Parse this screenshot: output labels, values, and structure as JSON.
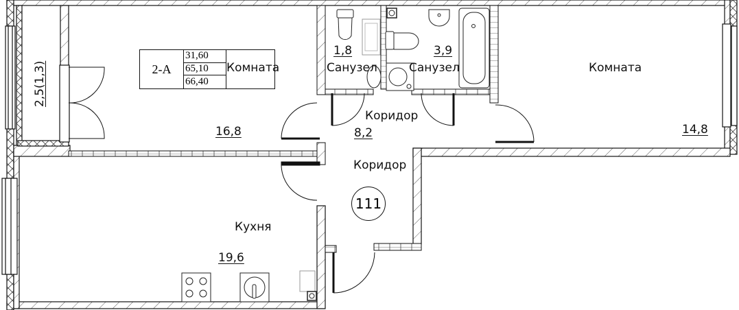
{
  "plan": {
    "apartment_type": "2-A",
    "areas": {
      "living": "31,60",
      "total": "65,10",
      "total_with_balcony": "66,40"
    },
    "apartment_number": "111",
    "rooms": [
      {
        "id": "room-left",
        "name": "Комната",
        "area": "16,8"
      },
      {
        "id": "balcony",
        "name": "",
        "area": "2,5(1,3)"
      },
      {
        "id": "bath-1",
        "name": "Санузел",
        "area": "1,8"
      },
      {
        "id": "bath-2",
        "name": "Санузел",
        "area": "3,9"
      },
      {
        "id": "room-right",
        "name": "Комната",
        "area": "14,8"
      },
      {
        "id": "corridor-1",
        "name": "Коридор",
        "area": "8,2"
      },
      {
        "id": "corridor-2",
        "name": "Коридор",
        "area": ""
      },
      {
        "id": "kitchen",
        "name": "Кухня",
        "area": "19,6"
      }
    ],
    "colors": {
      "line": "#111111",
      "hatch": "#555555",
      "fixture": "#888888",
      "background": "#ffffff"
    }
  }
}
